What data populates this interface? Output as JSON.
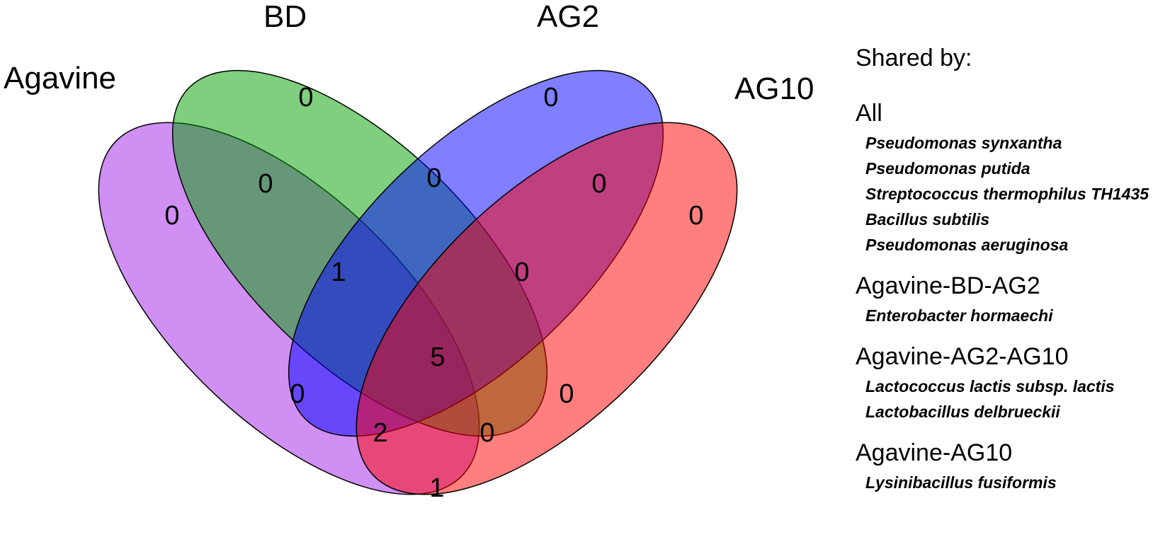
{
  "sets": [
    {
      "label": "Agavine",
      "color": "#a020e8"
    },
    {
      "label": "BD",
      "color": "#00a000"
    },
    {
      "label": "AG2",
      "color": "#0000ff"
    },
    {
      "label": "AG10",
      "color": "#ff0000"
    }
  ],
  "regions": {
    "agavine_only": "0",
    "bd_only": "0",
    "ag2_only": "0",
    "ag10_only": "0",
    "agavine_bd": "0",
    "bd_ag2": "0",
    "ag2_ag10": "0",
    "agavine_bd_ag2": "1",
    "bd_ag2_ag10": "0",
    "all": "5",
    "agavine_ag2": "0",
    "bd_ag10": "0",
    "agavine_ag10": "1",
    "agavine_ag2_ag10": "2",
    "agavine_bd_ag10": "0"
  },
  "legend": {
    "title": "Shared by:",
    "groups": [
      {
        "title": "All",
        "species": [
          "Pseudomonas synxantha",
          "Pseudomonas putida",
          "Streptococcus thermophilus TH1435",
          "Bacillus subtilis",
          "Pseudomonas aeruginosa"
        ]
      },
      {
        "title": "Agavine-BD-AG2",
        "species": [
          "Enterobacter hormaechi"
        ]
      },
      {
        "title": "Agavine-AG2-AG10",
        "species": [
          "Lactococcus lactis subsp. lactis",
          "Lactobacillus delbrueckii"
        ]
      },
      {
        "title": "Agavine-AG10",
        "species": [
          "Lysinibacillus fusiformis"
        ]
      }
    ]
  }
}
